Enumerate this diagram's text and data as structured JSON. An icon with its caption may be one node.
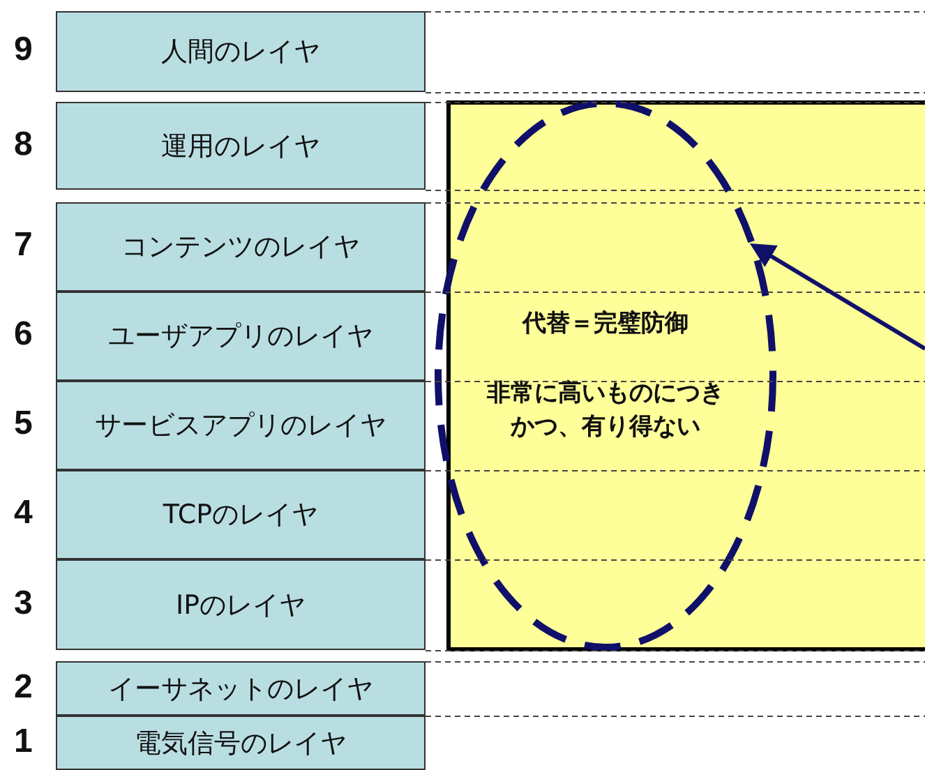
{
  "diagram": {
    "nodes": [
      {
        "text": [
          "人間のレイヤ"
        ],
        "beside": [
          "9"
        ]
      },
      {
        "text": [
          "運用のレイヤ"
        ],
        "beside": [
          "8"
        ]
      },
      {
        "text": [
          "コンテンツのレイヤ"
        ],
        "beside": [
          "7"
        ]
      },
      {
        "text": [
          "ユーザアプリのレイヤ"
        ],
        "beside": [
          "6"
        ]
      },
      {
        "text": [
          "サービスアプリのレイヤ"
        ],
        "beside": [
          "5"
        ]
      },
      {
        "text": [
          "TCPのレイヤ"
        ],
        "beside": [
          "4"
        ]
      },
      {
        "text": [
          "IPのレイヤ"
        ],
        "beside": [
          "3"
        ]
      },
      {
        "text": [
          "イーサネットのレイヤ"
        ],
        "beside": [
          "2"
        ]
      },
      {
        "text": [
          "電気信号のレイヤ"
        ],
        "beside": [
          "1"
        ]
      },
      {
        "text": [],
        "shape": "box"
      },
      {
        "text": [
          "代替＝完璧防御",
          "非常に高いものにつきかつ、有り得ない"
        ],
        "in": 9
      }
    ],
    "edges": [
      {
        "from": null,
        "to": 10,
        "arrow": "to"
      }
    ]
  }
}
